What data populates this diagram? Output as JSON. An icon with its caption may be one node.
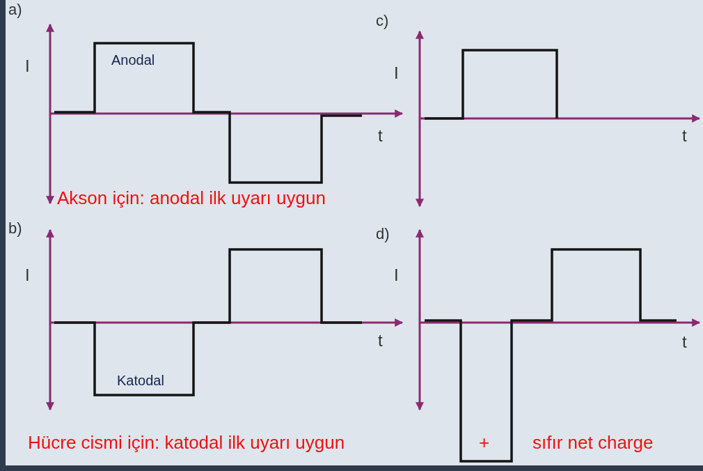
{
  "diagram": {
    "labels": [
      "a)",
      "c)",
      "I",
      "Anodal",
      "I",
      "t",
      "t",
      "Akson için: anodal ilk uyarı uygun",
      "b)",
      "d)",
      "I",
      "I",
      "t",
      "t",
      "Katodal",
      "Hücre cismi için: katodal ilk uyarı uygun",
      "+",
      "sıfır net charge"
    ]
  }
}
